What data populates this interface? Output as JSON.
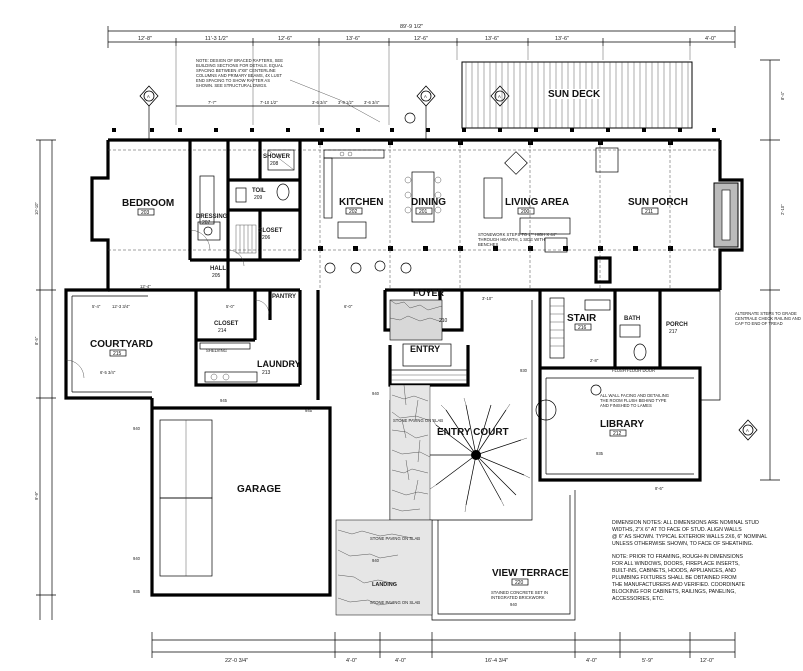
{
  "overall_dim": "89'-9 1/2\"",
  "top_dims": [
    "12'-8\"",
    "11'-3 1/2\"",
    "12'-6\"",
    "13'-6\"",
    "12'-6\"",
    "13'-6\"",
    "13'-6\"",
    "4'-0\""
  ],
  "sub_dims": [
    "7'-7\"",
    "7'-10 1/2\"",
    "3'-6 3/4\"",
    "3'-8 1/2\"",
    "3'-6 3/4\""
  ],
  "bottom_dims": [
    "22'-0 3/4\"",
    "4'-0\"",
    "4'-0\"",
    "16'-4 3/4\"",
    "4'-0\"",
    "5'-9\"",
    "12'-0\""
  ],
  "rooms": [
    {
      "name": "BEDROOM",
      "num": "203"
    },
    {
      "name": "DRESSING",
      "num": "207"
    },
    {
      "name": "SHOWER",
      "num": "208"
    },
    {
      "name": "TOIL",
      "num": "209"
    },
    {
      "name": "CLOSET",
      "num": "206"
    },
    {
      "name": "HALL",
      "num": "205"
    },
    {
      "name": "KITCHEN",
      "num": "202"
    },
    {
      "name": "DINING",
      "num": "201"
    },
    {
      "name": "LIVING AREA",
      "num": "200"
    },
    {
      "name": "SUN DECK",
      "num": ""
    },
    {
      "name": "SUN PORCH",
      "num": "211"
    },
    {
      "name": "PANTRY",
      "num": ""
    },
    {
      "name": "CLOSET",
      "num": "214"
    },
    {
      "name": "SHELVING",
      "num": ""
    },
    {
      "name": "LAUNDRY",
      "num": "213"
    },
    {
      "name": "FOYER",
      "num": "210"
    },
    {
      "name": "ENTRY",
      "num": ""
    },
    {
      "name": "STAIR",
      "num": "216"
    },
    {
      "name": "BATH",
      "num": ""
    },
    {
      "name": "PORCH",
      "num": "217"
    },
    {
      "name": "COURTYARD",
      "num": "215"
    },
    {
      "name": "LIBRARY",
      "num": "212"
    },
    {
      "name": "ENTRY COURT",
      "num": ""
    },
    {
      "name": "GARAGE",
      "num": ""
    },
    {
      "name": "VIEW TERRACE",
      "num": "220"
    },
    {
      "name": "LANDING",
      "num": ""
    }
  ],
  "notes": {
    "top_note": [
      "NOTE: DESIGN OF BRACED RAFTERS, SEE",
      "BUILDING SECTIONS FOR DETAILS. EQUAL",
      "SPACING BETWEEN 4\"X8\" CENTERLINE",
      "COLUMNS AND PRIMARY BEAMS, 4X LUST",
      "END SPACING TO SHOW RAFTER AS",
      "SHOWN. SEE STRUCTURAL DWGS."
    ],
    "fireplace_note": [
      "STONEWORK STEPS TO 1\"\" HIGH X 44\"",
      "THROUGH HEARTH, 1 SIDE WITH",
      "BENCHES"
    ],
    "rail_note": [
      "ALTERNATE STEPS TO GRADE",
      "CENTRALE CHECK RAILING AND",
      "CAP TO END OF TREAD"
    ],
    "library_note": [
      "ALL WALL FACING AND DETAILING",
      "THE ROOM FLUSH BEHIND TYPE",
      "AND FINISHED TO LAMES"
    ],
    "dimension_note": [
      "DIMENSION NOTES: ALL DIMENSIONS ARE NOMINAL STUD",
      "WIDTHS, 2\"X 6\" AT TO FACE OF STUD. ALIGN WALLS",
      "@ 6\" AS SHOWN. TYPICAL EXTERIOR WALLS 2X6, 6\" NOMINAL",
      "UNLESS OTHERWISE SHOWN, TO FACE OF SHEATHING."
    ],
    "framing_note": [
      "NOTE: PRIOR TO FRAMING, ROUGH-IN DIMENSIONS",
      "FOR ALL WINDOWS, DOORS, FIREPLACE INSERTS,",
      "BUILT-INS, CABINETS, HOODS, APPLIANCES, AND",
      "PLUMBING FIXTURES SHALL BE OBTAINED FROM",
      "THE MANUFACTURERS AND VERIFIED. COORDINATE",
      "BLOCKING FOR CABINETS, RAILINGS, PANELING,",
      "ACCESSORIES, ETC."
    ],
    "stone_paving": "STONE PAVING ON SLAB",
    "terrace_note": [
      "STAINED CONCRETE SET IN",
      "INTEGRATED BRICKWORK"
    ],
    "floor_mech": "FLUSH FLOOR DOOR"
  },
  "section_markers": [
    "A",
    "A",
    "A",
    "A"
  ],
  "elevations": [
    "940",
    "940",
    "935",
    "945",
    "945",
    "940",
    "940",
    "940",
    "935",
    "930"
  ],
  "courtyard_dims": [
    "5'-4\"",
    "12'-3 3/4\"",
    "6'-5 3/4\""
  ],
  "interior_dims": [
    "10'-10\"",
    "8'-5\"",
    "9'-9\"",
    "8'-4\"",
    "2'-10\"",
    "12'-4\"",
    "5'-0\"",
    "6'-0\"",
    "3'-10\"",
    "8'-6\"",
    "2'-8\""
  ]
}
